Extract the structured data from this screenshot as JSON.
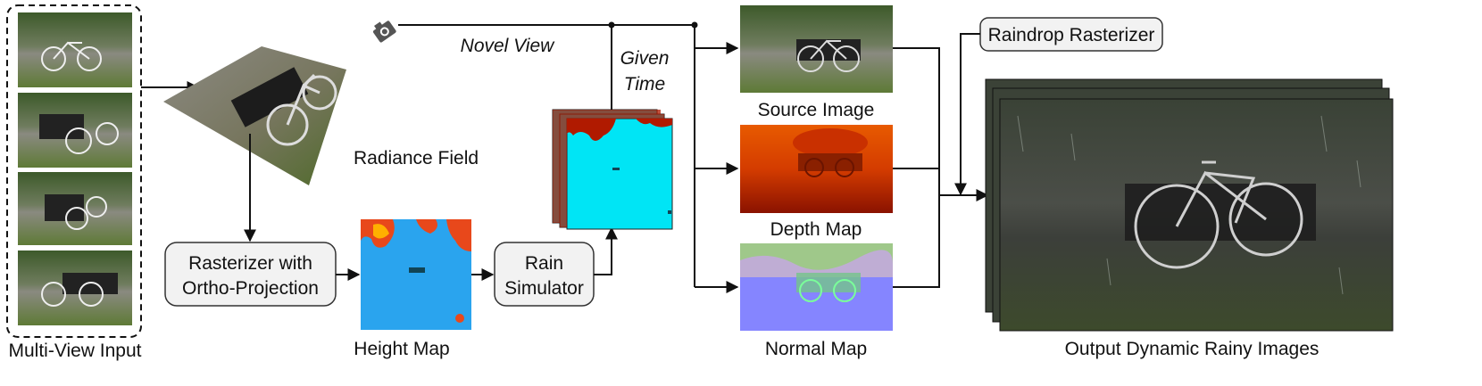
{
  "labels": {
    "multi_view_input": "Multi-View Input",
    "radiance_field": "Radiance Field",
    "novel_view": "Novel View",
    "given_time_line1": "Given",
    "given_time_line2": "Time",
    "rasterizer_line1": "Rasterizer with",
    "rasterizer_line2": "Ortho-Projection",
    "height_map": "Height Map",
    "rain_simulator_line1": "Rain",
    "rain_simulator_line2": "Simulator",
    "source_image": "Source Image",
    "depth_map": "Depth Map",
    "normal_map": "Normal Map",
    "raindrop_rasterizer": "Raindrop Rasterizer",
    "output": "Output Dynamic Rainy Images"
  },
  "icons": {
    "camera": "camera-icon"
  },
  "colors": {
    "box_fill": "#f2f2f2",
    "box_stroke": "#333333",
    "height_map_blue": "#2aa4ee",
    "rain_state_cyan": "#00e5f5",
    "depth_red": "#d43c00",
    "normal_purple": "#8585ff"
  }
}
